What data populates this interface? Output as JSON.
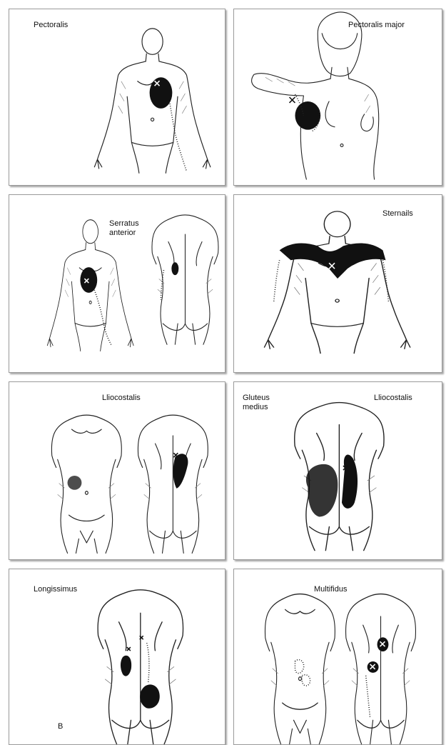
{
  "panels": {
    "pectoralis": {
      "label": "Pectoralis"
    },
    "pectoralis_major": {
      "label": "Pectoralis major"
    },
    "serratus_anterior": {
      "label": "Serratus\nanterior"
    },
    "sternalis": {
      "label": "Sternails"
    },
    "iliocostalis_a": {
      "label": "Lliocostalis"
    },
    "gluteus_iliocostalis": {
      "label_left": "Gluteus\nmedius",
      "label_right": "Lliocostalis"
    },
    "longissimus": {
      "label": "Longissimus",
      "figure_letter": "B"
    },
    "multifidus": {
      "label": "Multifidus"
    }
  },
  "colors": {
    "referral_pain": "#111111",
    "outline": "#222222",
    "panel_border": "#9a9a9a"
  },
  "icons": [
    "trigger-point-x-icon"
  ]
}
